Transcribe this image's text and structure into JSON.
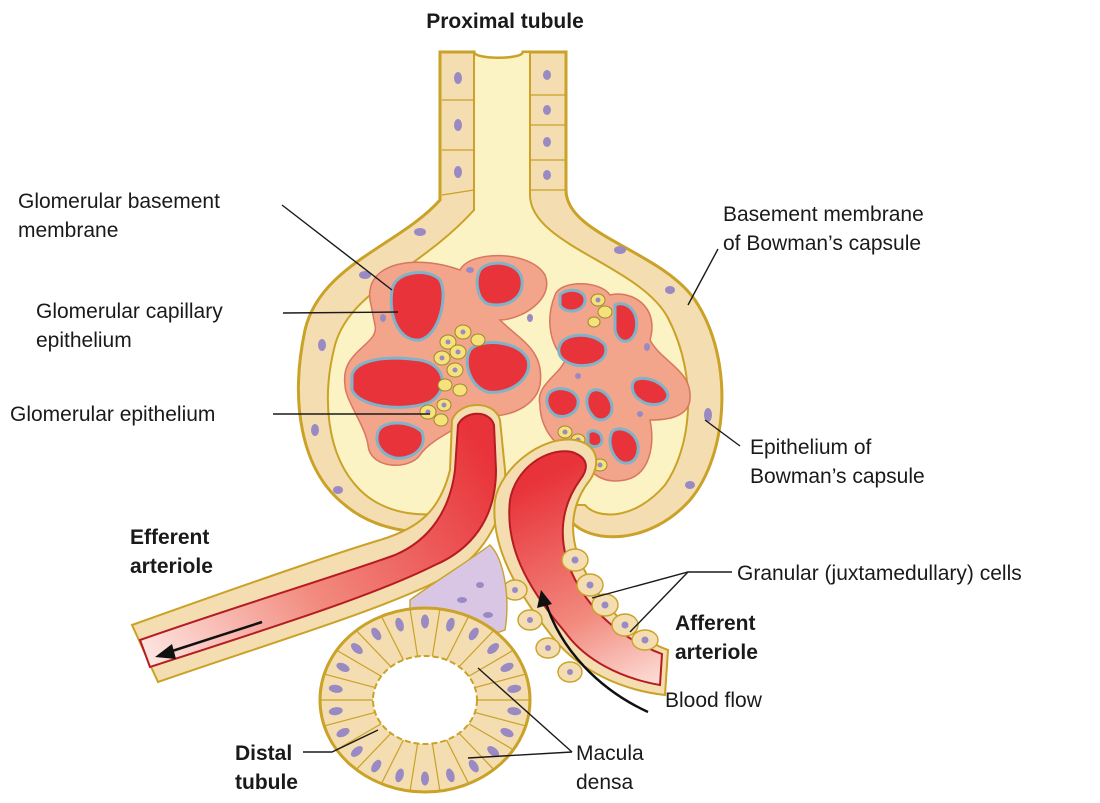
{
  "labels": {
    "proximal_tubule": "Proximal tubule",
    "glomerular_basement_membrane": [
      "Glomerular basement",
      "membrane"
    ],
    "glomerular_capillary_epithelium": [
      "Glomerular capillary",
      "epithelium"
    ],
    "glomerular_epithelium": "Glomerular epithelium",
    "basement_membrane_bowman": [
      "Basement membrane",
      "of Bowman’s capsule"
    ],
    "epithelium_bowman": [
      "Epithelium of",
      "Bowman’s capsule"
    ],
    "efferent_arteriole": [
      "Efferent",
      "arteriole"
    ],
    "granular_cells": "Granular (juxtamedullary) cells",
    "afferent_arteriole": [
      "Afferent",
      "arteriole"
    ],
    "blood_flow": "Blood flow",
    "distal_tubule": [
      "Distal",
      "tubule"
    ],
    "macula_densa": [
      "Macula",
      "densa"
    ]
  },
  "colors": {
    "capsule_fill": "#fbf3c4",
    "capsule_outline": "#c9a227",
    "epithelium_fill": "#f4ddb0",
    "nucleus": "#9a8ac4",
    "capillary_tissue": "#f2a58a",
    "capillary_lumen": "#e8333a",
    "basement_membrane": "#7fb3c9",
    "mesangial": "#f6e27a",
    "macula_cells": "#d8c6e4"
  }
}
